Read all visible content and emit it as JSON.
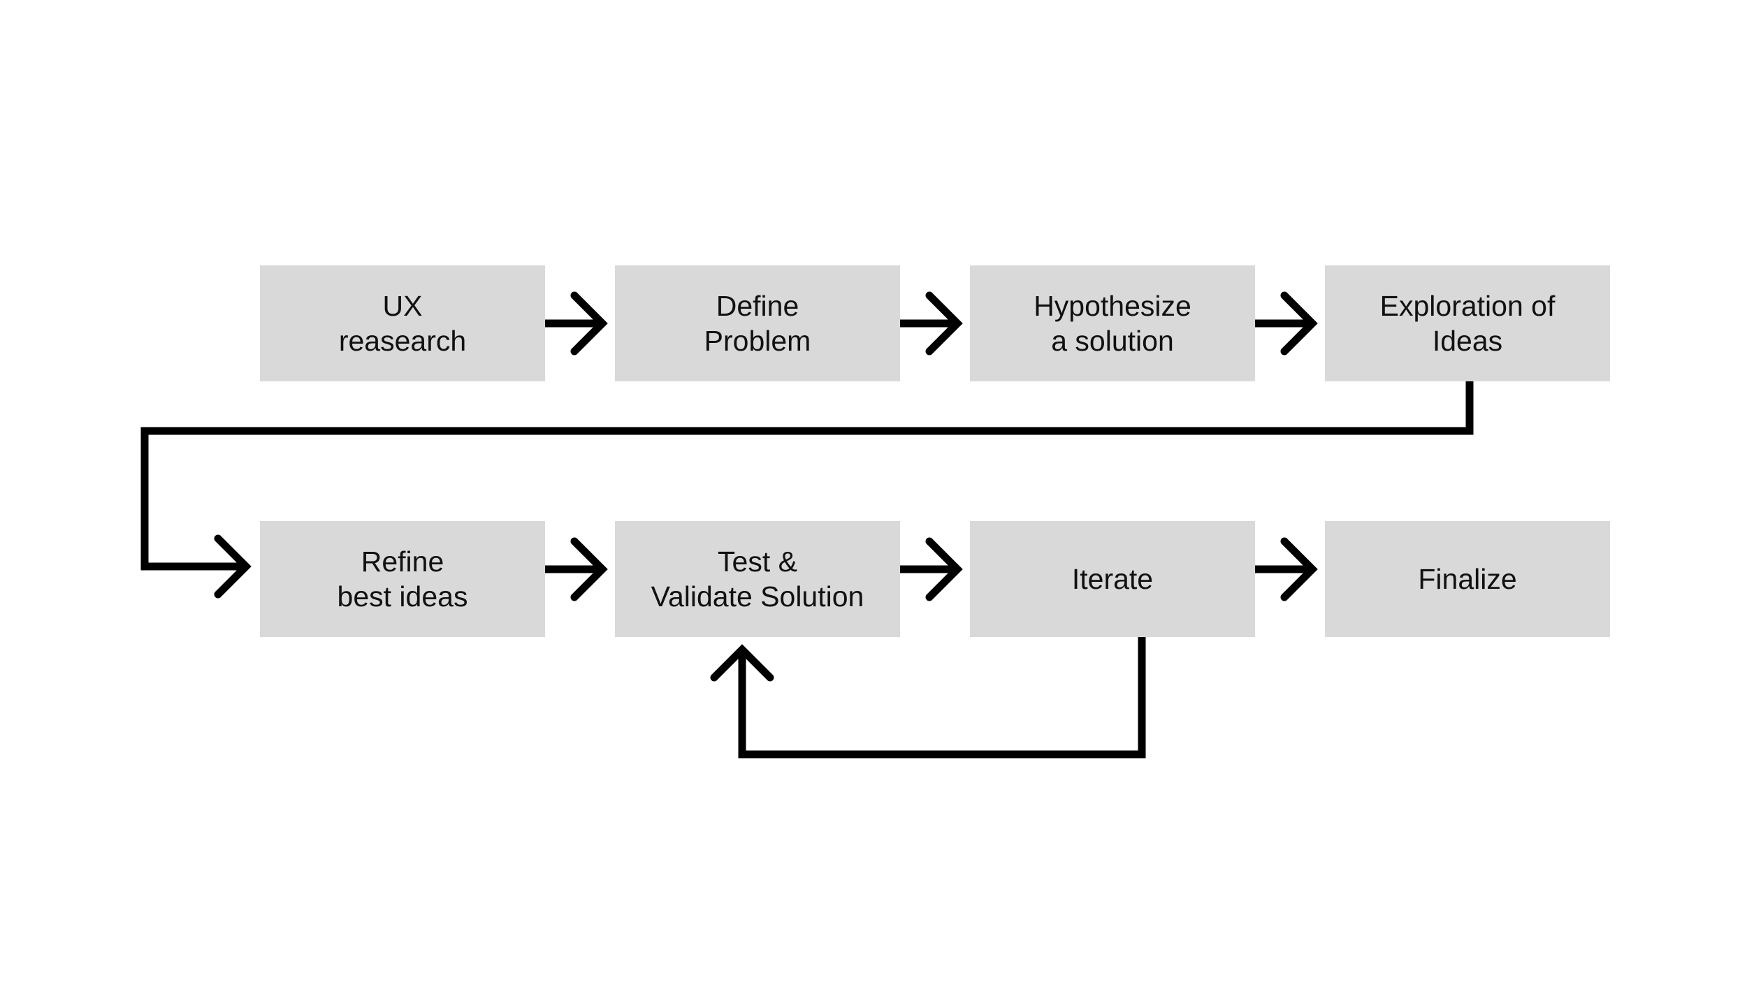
{
  "diagram": {
    "nodes": [
      {
        "id": "ux-research",
        "lines": [
          "UX",
          "reasearch"
        ]
      },
      {
        "id": "define-problem",
        "lines": [
          "Define",
          "Problem"
        ]
      },
      {
        "id": "hypothesize-solution",
        "lines": [
          "Hypothesize",
          "a solution"
        ]
      },
      {
        "id": "exploration-of-ideas",
        "lines": [
          "Exploration of",
          "Ideas"
        ]
      },
      {
        "id": "refine-best-ideas",
        "lines": [
          "Refine",
          "best ideas"
        ]
      },
      {
        "id": "test-validate-solution",
        "lines": [
          "Test &",
          "Validate Solution"
        ]
      },
      {
        "id": "iterate",
        "lines": [
          "Iterate"
        ]
      },
      {
        "id": "finalize",
        "lines": [
          "Finalize"
        ]
      }
    ],
    "edges": [
      {
        "from": "ux-research",
        "to": "define-problem"
      },
      {
        "from": "define-problem",
        "to": "hypothesize-solution"
      },
      {
        "from": "hypothesize-solution",
        "to": "exploration-of-ideas"
      },
      {
        "from": "exploration-of-ideas",
        "to": "refine-best-ideas"
      },
      {
        "from": "refine-best-ideas",
        "to": "test-validate-solution"
      },
      {
        "from": "test-validate-solution",
        "to": "iterate"
      },
      {
        "from": "iterate",
        "to": "finalize"
      },
      {
        "from": "iterate",
        "to": "test-validate-solution"
      }
    ],
    "colors": {
      "node_fill": "#d9d9d9",
      "text": "#111111",
      "connector": "#000000",
      "background": "#ffffff"
    }
  }
}
